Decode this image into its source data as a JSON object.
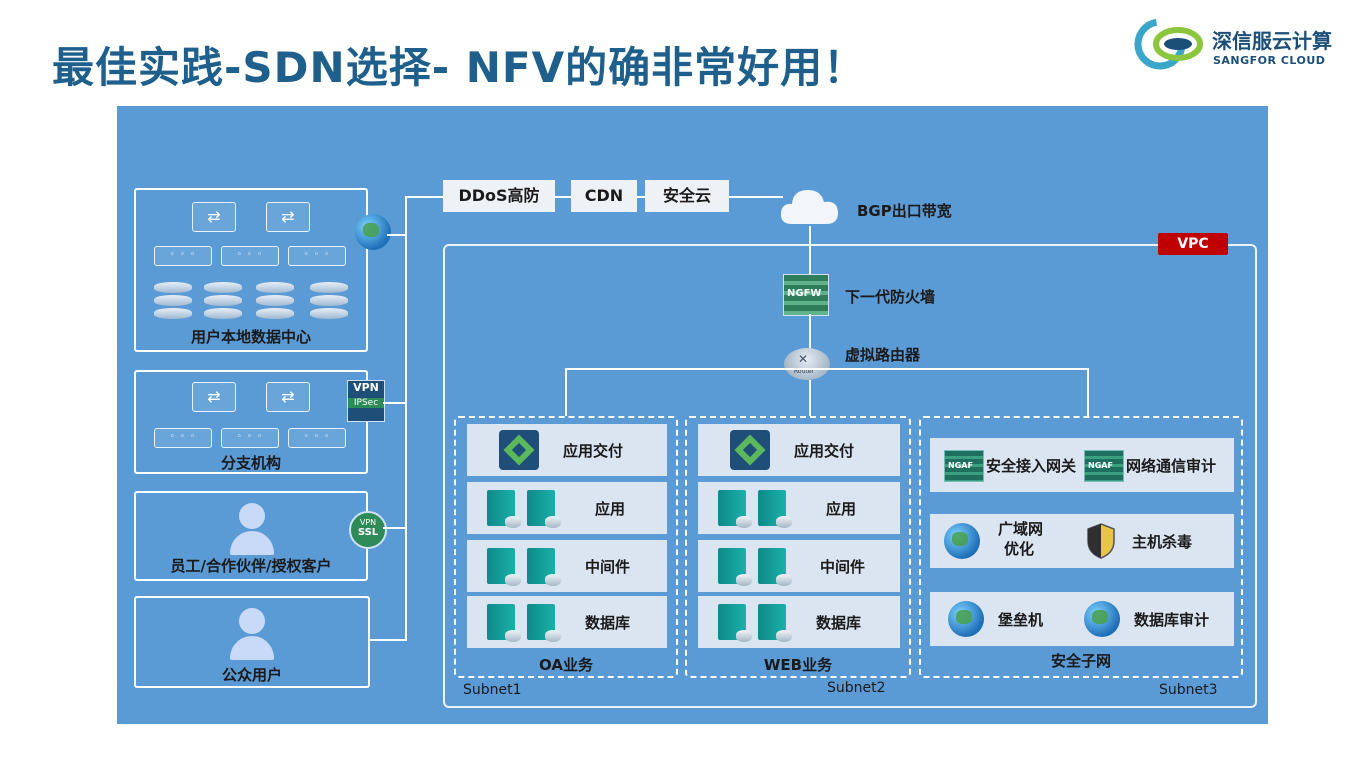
{
  "title": "最佳实践-SDN选择- NFV的确非常好用！",
  "logo": {
    "cn": "深信服云计算",
    "en": "SANGFOR CLOUD"
  },
  "left": {
    "datacenter": "用户本地数据中心",
    "branch": "分支机构",
    "staff": "员工/合作伙伴/授权客户",
    "public": "公众用户",
    "vpn_ipsec": [
      "VPN",
      "IPSec"
    ],
    "vpn_ssl": [
      "VPN",
      "SSL"
    ]
  },
  "top_services": [
    "DDoS高防",
    "CDN",
    "安全云"
  ],
  "bgp": "BGP出口带宽",
  "vpc": {
    "tag": "VPC",
    "firewall": "下一代防火墙",
    "firewall_badge": "NGFW",
    "router": "虚拟路由器",
    "router_badge": "Router"
  },
  "subnet1": {
    "name": "Subnet1",
    "title": "OA业务",
    "rows": [
      "应用交付",
      "应用",
      "中间件",
      "数据库"
    ]
  },
  "subnet2": {
    "name": "Subnet2",
    "title": "WEB业务",
    "rows": [
      "应用交付",
      "应用",
      "中间件",
      "数据库"
    ]
  },
  "subnet3": {
    "name": "Subnet3",
    "title": "安全子网",
    "items": {
      "access_gw": "安全接入网关",
      "audit": "网络通信审计",
      "wan_opt_1": "广域网",
      "wan_opt_2": "优化",
      "antivirus": "主机杀毒",
      "bastion": "堡垒机",
      "db_audit": "数据库审计"
    },
    "ngaf_badge": "NGAF"
  },
  "colors": {
    "background": "#5b9bd5",
    "title": "#1f5f8b",
    "vpc_tag": "#c00000"
  }
}
